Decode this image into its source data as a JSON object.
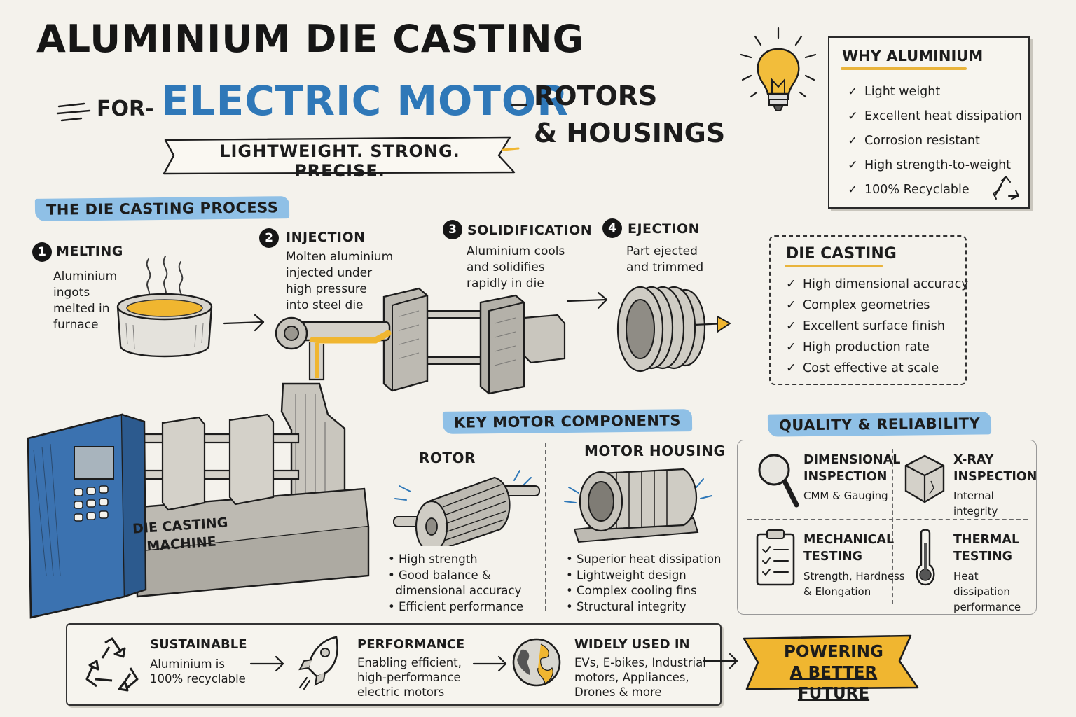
{
  "title": {
    "line1": "ALUMINIUM DIE CASTING",
    "for": "FOR-",
    "highlight": "ELECTRIC MOTOR",
    "line2a": "ROTORS",
    "line2b": "& HOUSINGS",
    "tagline": "LIGHTWEIGHT. STRONG. PRECISE."
  },
  "why": {
    "title": "WHY ALUMINIUM",
    "items": [
      "Light weight",
      "Excellent heat dissipation",
      "Corrosion resistant",
      "High strength-to-weight",
      "100% Recyclable"
    ]
  },
  "process": {
    "label": "THE DIE CASTING PROCESS",
    "steps": [
      {
        "num": "1",
        "title": "MELTING",
        "desc": [
          "Aluminium",
          "ingots",
          "melted in",
          "furnace"
        ]
      },
      {
        "num": "2",
        "title": "INJECTION",
        "desc": [
          "Molten aluminium",
          "injected under",
          "high pressure",
          "into steel die"
        ]
      },
      {
        "num": "3",
        "title": "SOLIDIFICATION",
        "desc": [
          "Aluminium cools",
          "and solidifies",
          "rapidly in die"
        ]
      },
      {
        "num": "4",
        "title": "EJECTION",
        "desc": [
          "Part ejected",
          "and trimmed"
        ]
      }
    ],
    "machine_label": [
      "DIE CASTING",
      "MACHINE"
    ]
  },
  "die_casting": {
    "title": "DIE CASTING",
    "items": [
      "High dimensional accuracy",
      "Complex geometries",
      "Excellent surface finish",
      "High production rate",
      "Cost effective at scale"
    ]
  },
  "components": {
    "label": "KEY MOTOR COMPONENTS",
    "rotor": {
      "title": "ROTOR",
      "bullets": [
        "• High strength",
        "• Good balance &",
        "  dimensional accuracy",
        "• Efficient performance"
      ]
    },
    "housing": {
      "title": "MOTOR HOUSING",
      "bullets": [
        "• Superior heat dissipation",
        "• Lightweight design",
        "• Complex cooling fins",
        "• Structural integrity"
      ]
    }
  },
  "quality": {
    "label": "QUALITY & RELIABILITY",
    "cells": [
      {
        "title": [
          "DIMENSIONAL",
          "INSPECTION"
        ],
        "sub": [
          "CMM & Gauging"
        ],
        "icon": "magnifier-icon"
      },
      {
        "title": [
          "X-RAY",
          "INSPECTION"
        ],
        "sub": [
          "Internal integrity"
        ],
        "icon": "cube-icon"
      },
      {
        "title": [
          "MECHANICAL",
          "TESTING"
        ],
        "sub": [
          "Strength, Hardness",
          "& Elongation"
        ],
        "icon": "clipboard-icon"
      },
      {
        "title": [
          "THERMAL",
          "TESTING"
        ],
        "sub": [
          "Heat dissipation",
          "performance"
        ],
        "icon": "thermometer-icon"
      }
    ]
  },
  "bottom": {
    "items": [
      {
        "title": "SUSTAINABLE",
        "desc": [
          "Aluminium is",
          "100% recyclable"
        ],
        "icon": "recycle-icon"
      },
      {
        "title": "PERFORMANCE",
        "desc": [
          "Enabling efficient,",
          "high-performance",
          "electric motors"
        ],
        "icon": "rocket-icon"
      },
      {
        "title": "WIDELY USED IN",
        "desc": [
          "EVs, E-bikes, Industrial",
          "motors, Appliances,",
          "Drones & more"
        ],
        "icon": "globe-icon"
      }
    ],
    "cta": [
      "POWERING",
      "A BETTER FUTURE"
    ]
  },
  "colors": {
    "accent_blue": "#2f78b8",
    "brush_blue": "#8fc0e6",
    "accent_yellow": "#f0b630",
    "machine_blue": "#3b72b0"
  }
}
